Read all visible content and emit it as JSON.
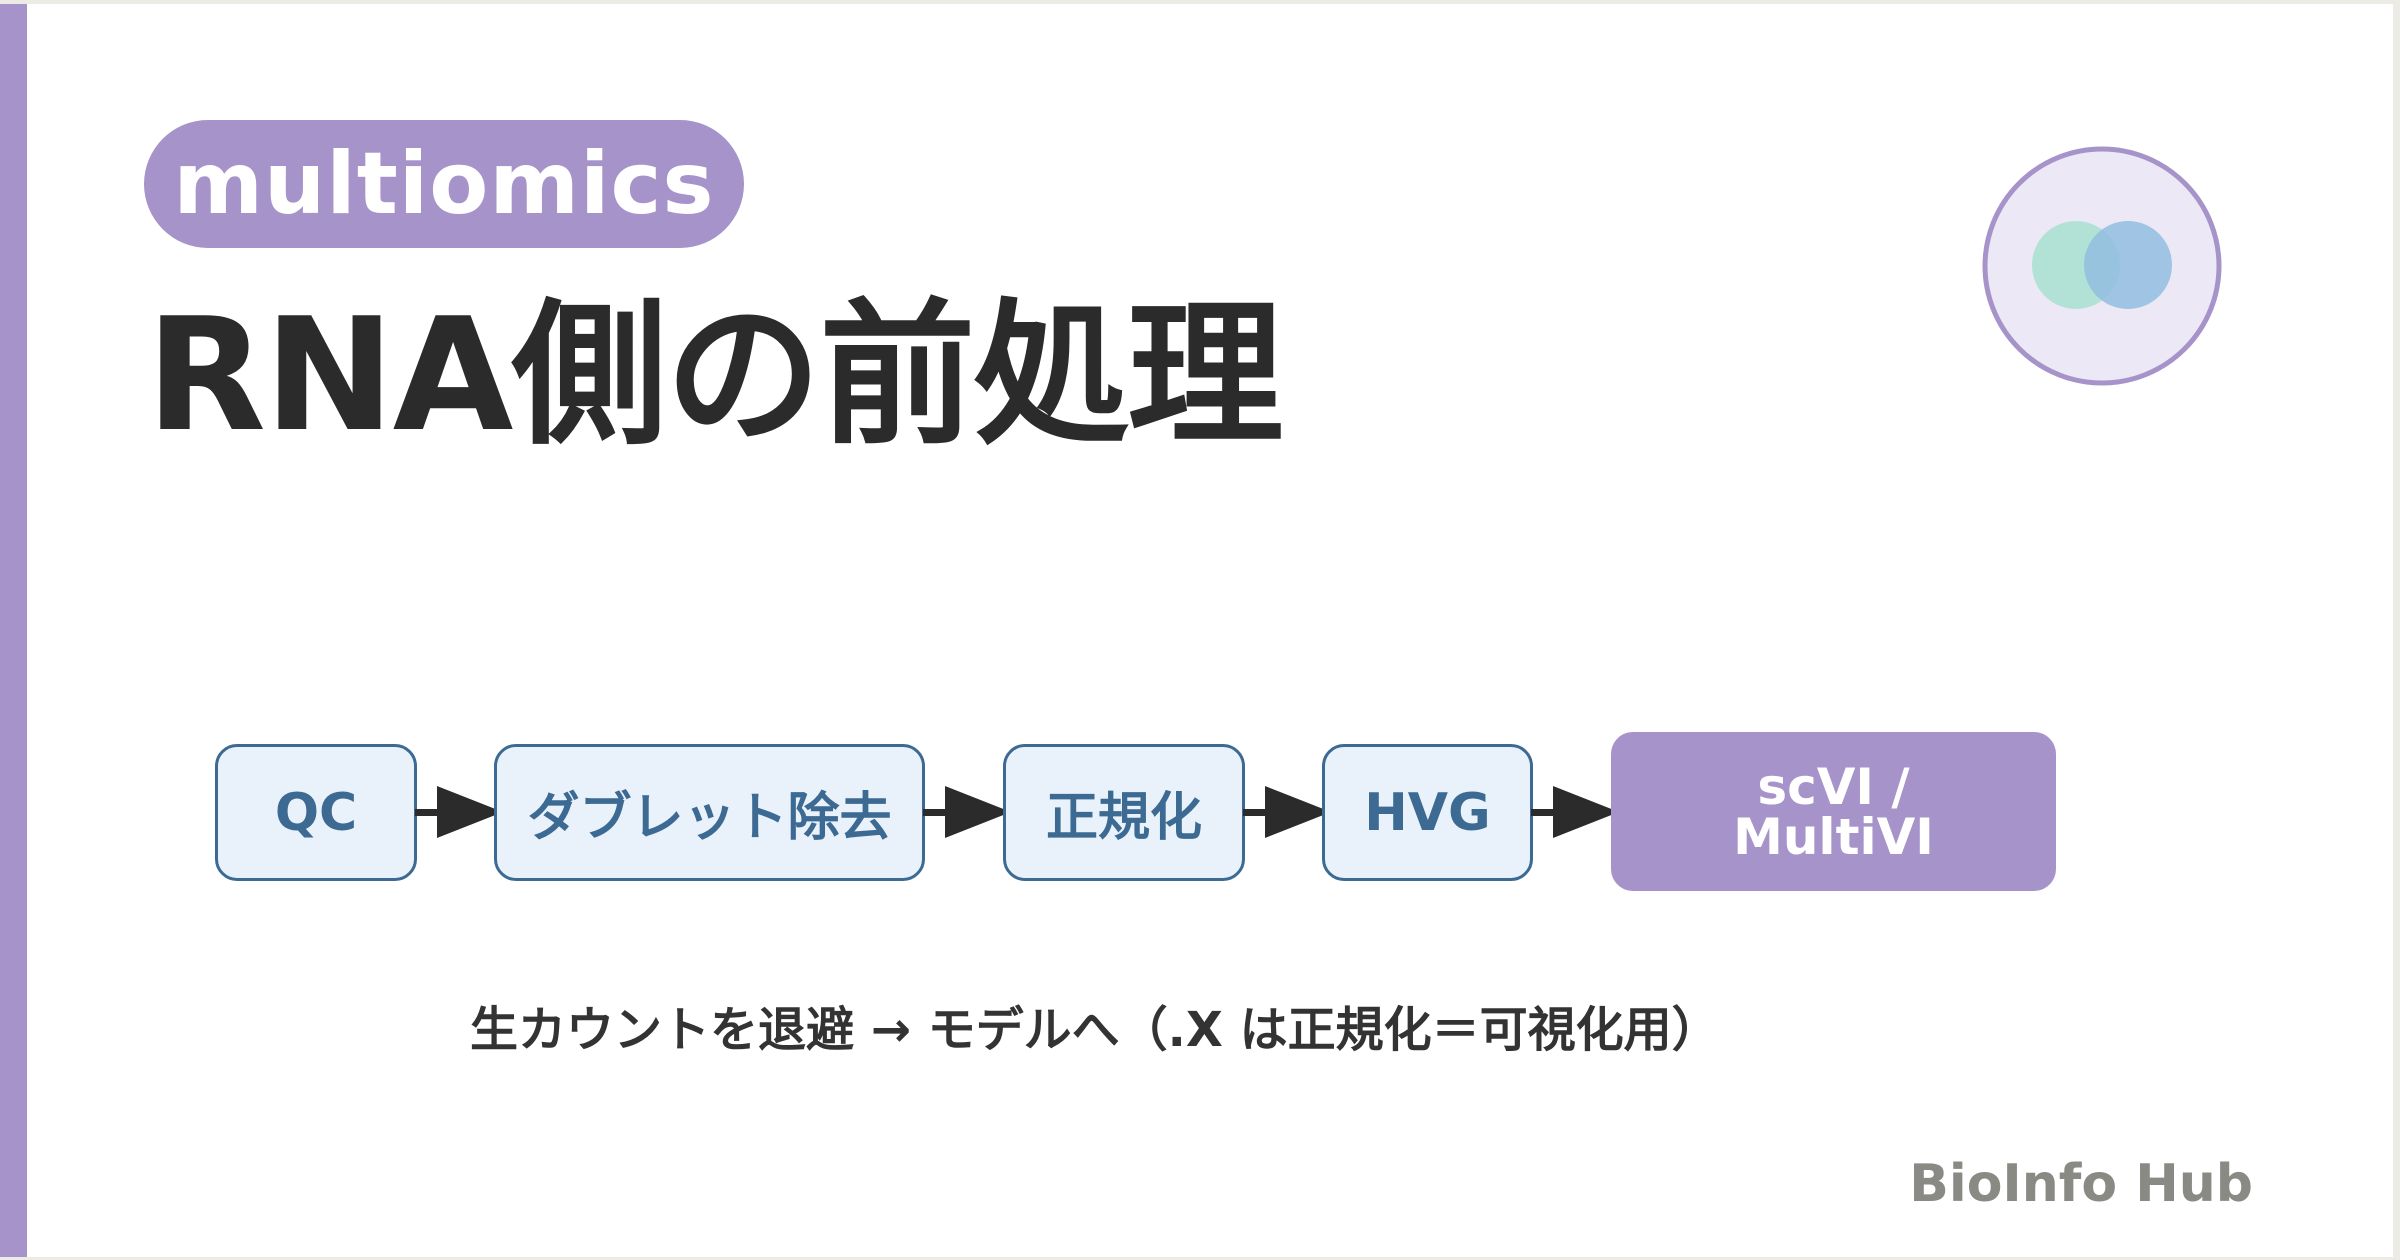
{
  "tag": "multiomics",
  "title": "RNA側の前処理",
  "logo": {
    "icon": "overlapping-circles-icon",
    "colors": [
      "#a8e0cf",
      "#93bde0",
      "#a693c9"
    ]
  },
  "pipeline": [
    {
      "label": "QC"
    },
    {
      "label": "ダブレット除去"
    },
    {
      "label": "正規化"
    },
    {
      "label": "HVG"
    },
    {
      "label": "scVI /\nMultiVI"
    }
  ],
  "note": "生カウントを退避 → モデルへ（.X は正規化＝可視化用）",
  "brand": "BioInfo Hub",
  "colors": {
    "accent": "#a693c9",
    "box_border": "#3c6a92",
    "box_fill": "#e9f2fa",
    "title": "#2b2b2b"
  }
}
